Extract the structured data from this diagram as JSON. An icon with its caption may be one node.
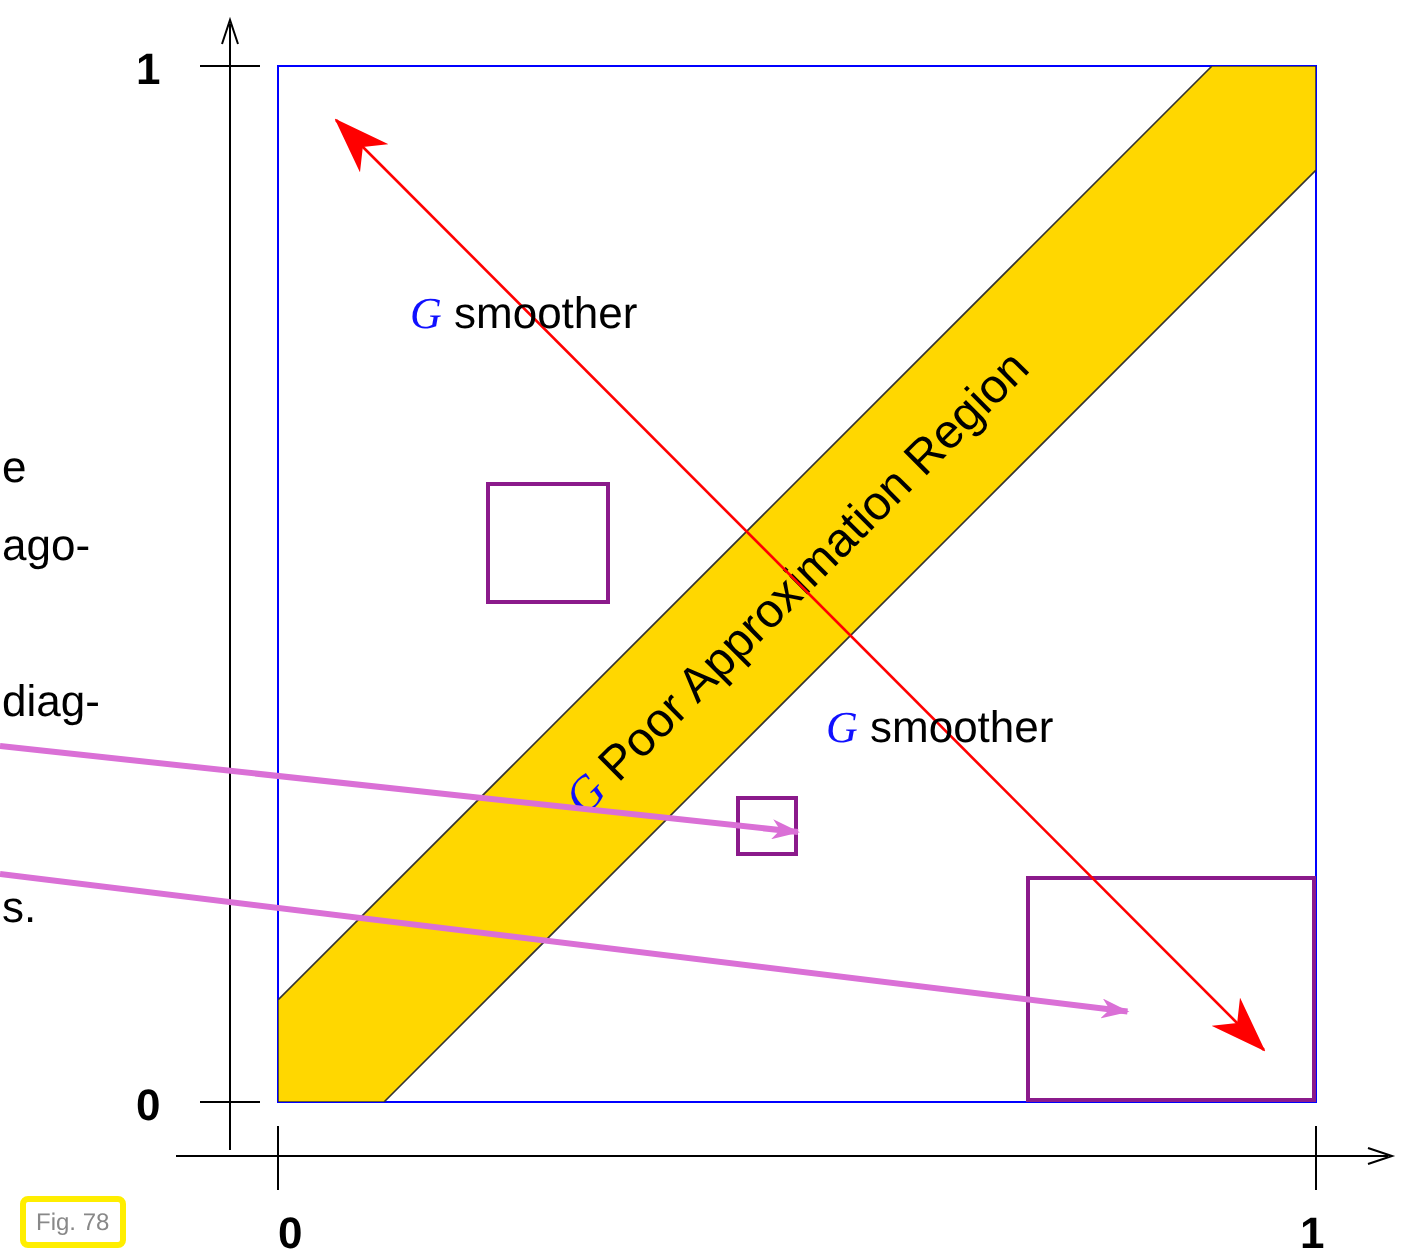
{
  "diagram": {
    "nodes": [
      {
        "text": [
          "*G* Poor Approximation Region"
        ]
      },
      {
        "text": [],
        "shape": "box"
      },
      {
        "text": [],
        "shape": "box"
      },
      {
        "text": [],
        "shape": "box"
      }
    ],
    "edges": [
      {
        "from": null,
        "to": 2,
        "arrow": "to"
      },
      {
        "from": null,
        "to": 3,
        "arrow": "to"
      }
    ],
    "labels": [
      "1",
      "0",
      "0",
      "1",
      "*G* smoother",
      "*G* smoother",
      "e",
      "ago-",
      "diag-",
      "s.",
      "Fig. 78"
    ]
  }
}
